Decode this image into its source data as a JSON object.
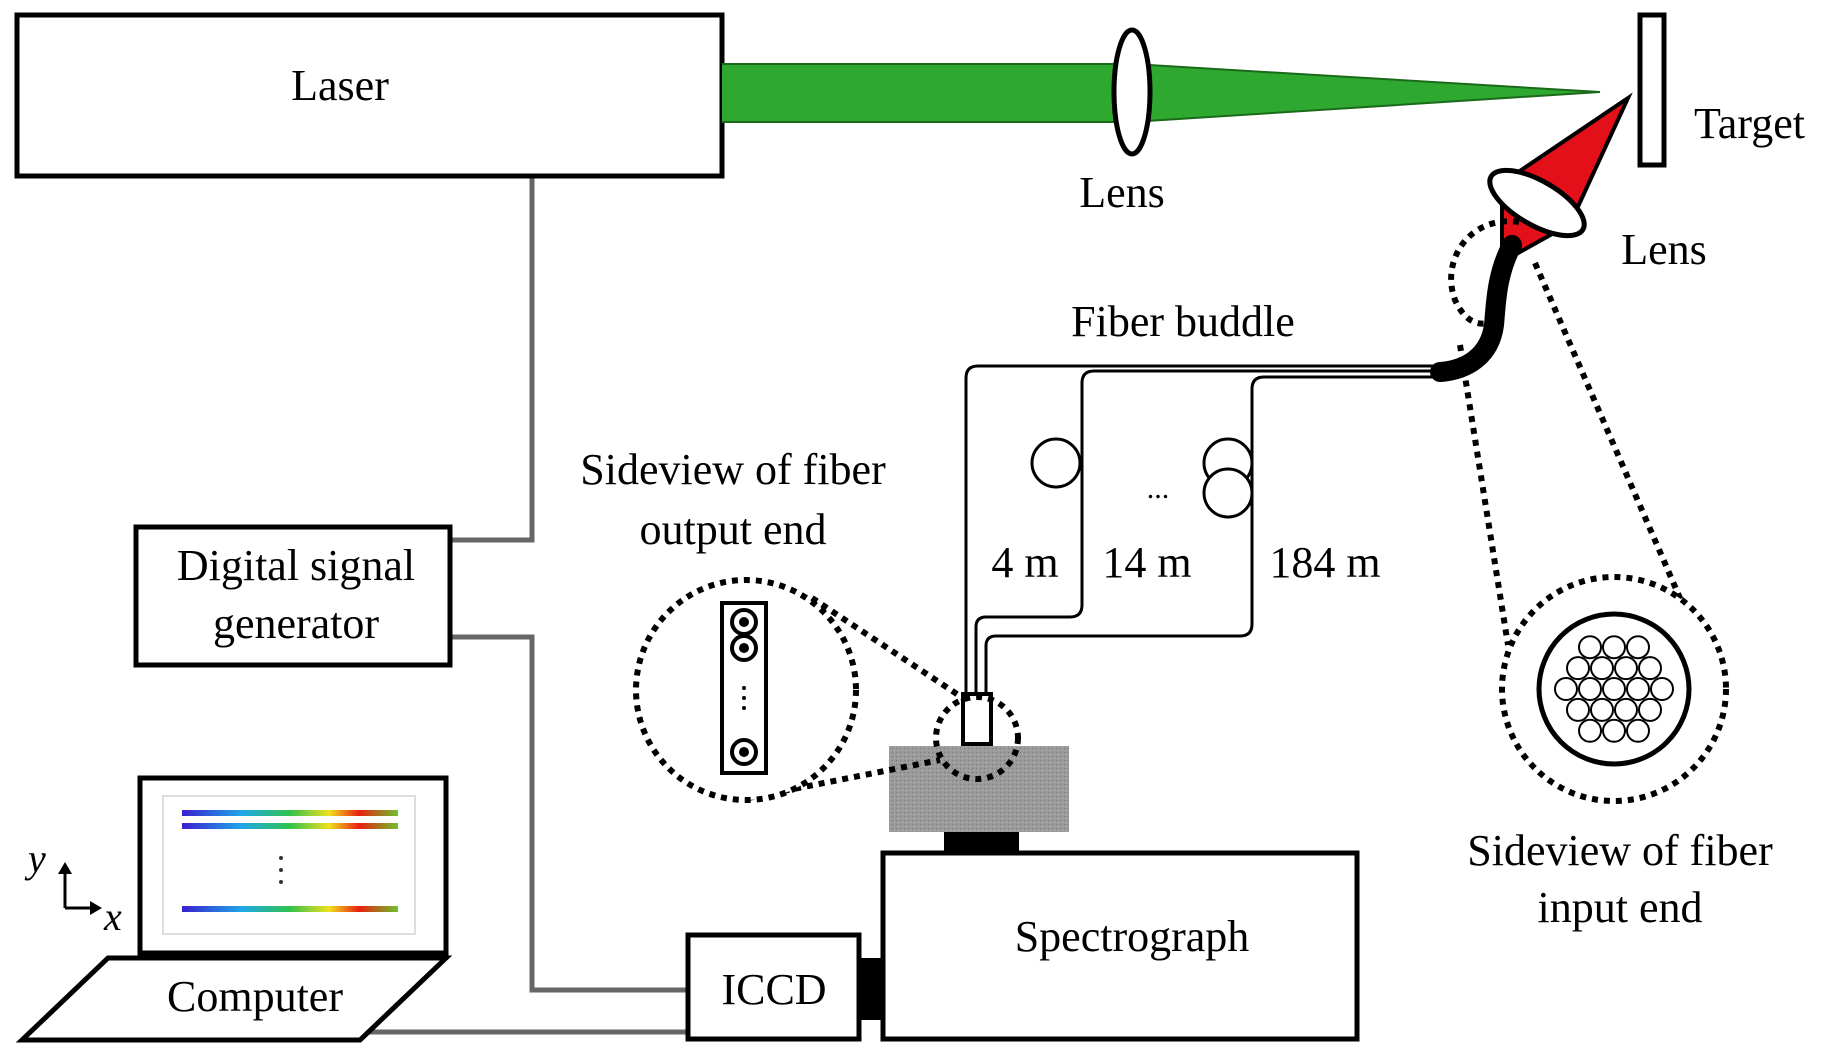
{
  "labels": {
    "laser": "Laser",
    "lens_top": "Lens",
    "target": "Target",
    "lens_right": "Lens",
    "fiber_bundle": "Fiber buddle",
    "output_side_line1": "Sideview of fiber",
    "output_side_line2": "output end",
    "fiber_4m": "4 m",
    "fiber_14m": "14 m",
    "fiber_184m": "184 m",
    "ellipsis": "...",
    "dsg_line1": "Digital signal",
    "dsg_line2": "generator",
    "input_side_line1": "Sideview of fiber",
    "input_side_line2": "input end",
    "axis_y": "y",
    "axis_x": "x",
    "computer": "Computer",
    "iccd": "ICCD",
    "spectrograph": "Spectrograph"
  },
  "colors": {
    "green_beam": "#2fa82f",
    "red_beam": "#e3101a",
    "cable": "#666666",
    "camera_plate": "#9a9a9a"
  },
  "spectrum_colors": [
    "#3a1fd0",
    "#1fa8e8",
    "#2fc24a",
    "#f0e020",
    "#e82010",
    "#6ec22a"
  ]
}
